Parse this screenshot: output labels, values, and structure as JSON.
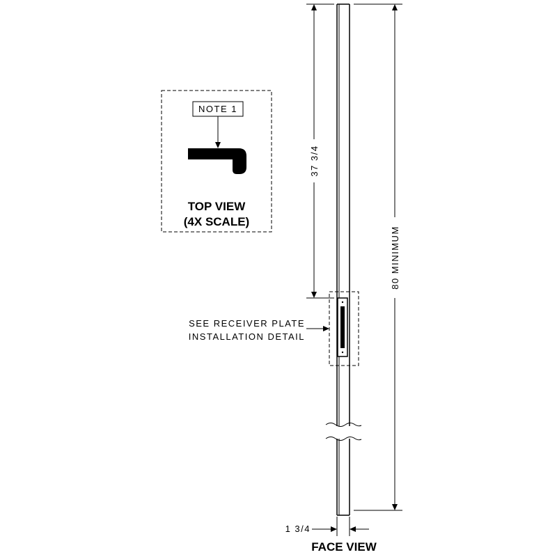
{
  "note_tag": "NOTE 1",
  "top_view_title": "TOP VIEW",
  "top_view_scale": "(4X SCALE)",
  "dim_height_to_plate": "37 3/4",
  "dim_total_height": "80 MINIMUM",
  "dim_width": "1 3/4",
  "callout_line1": "SEE RECEIVER PLATE",
  "callout_line2": "INSTALLATION DETAIL",
  "face_view_title": "FACE VIEW",
  "colors": {
    "ink": "#000000",
    "paper": "#ffffff"
  }
}
